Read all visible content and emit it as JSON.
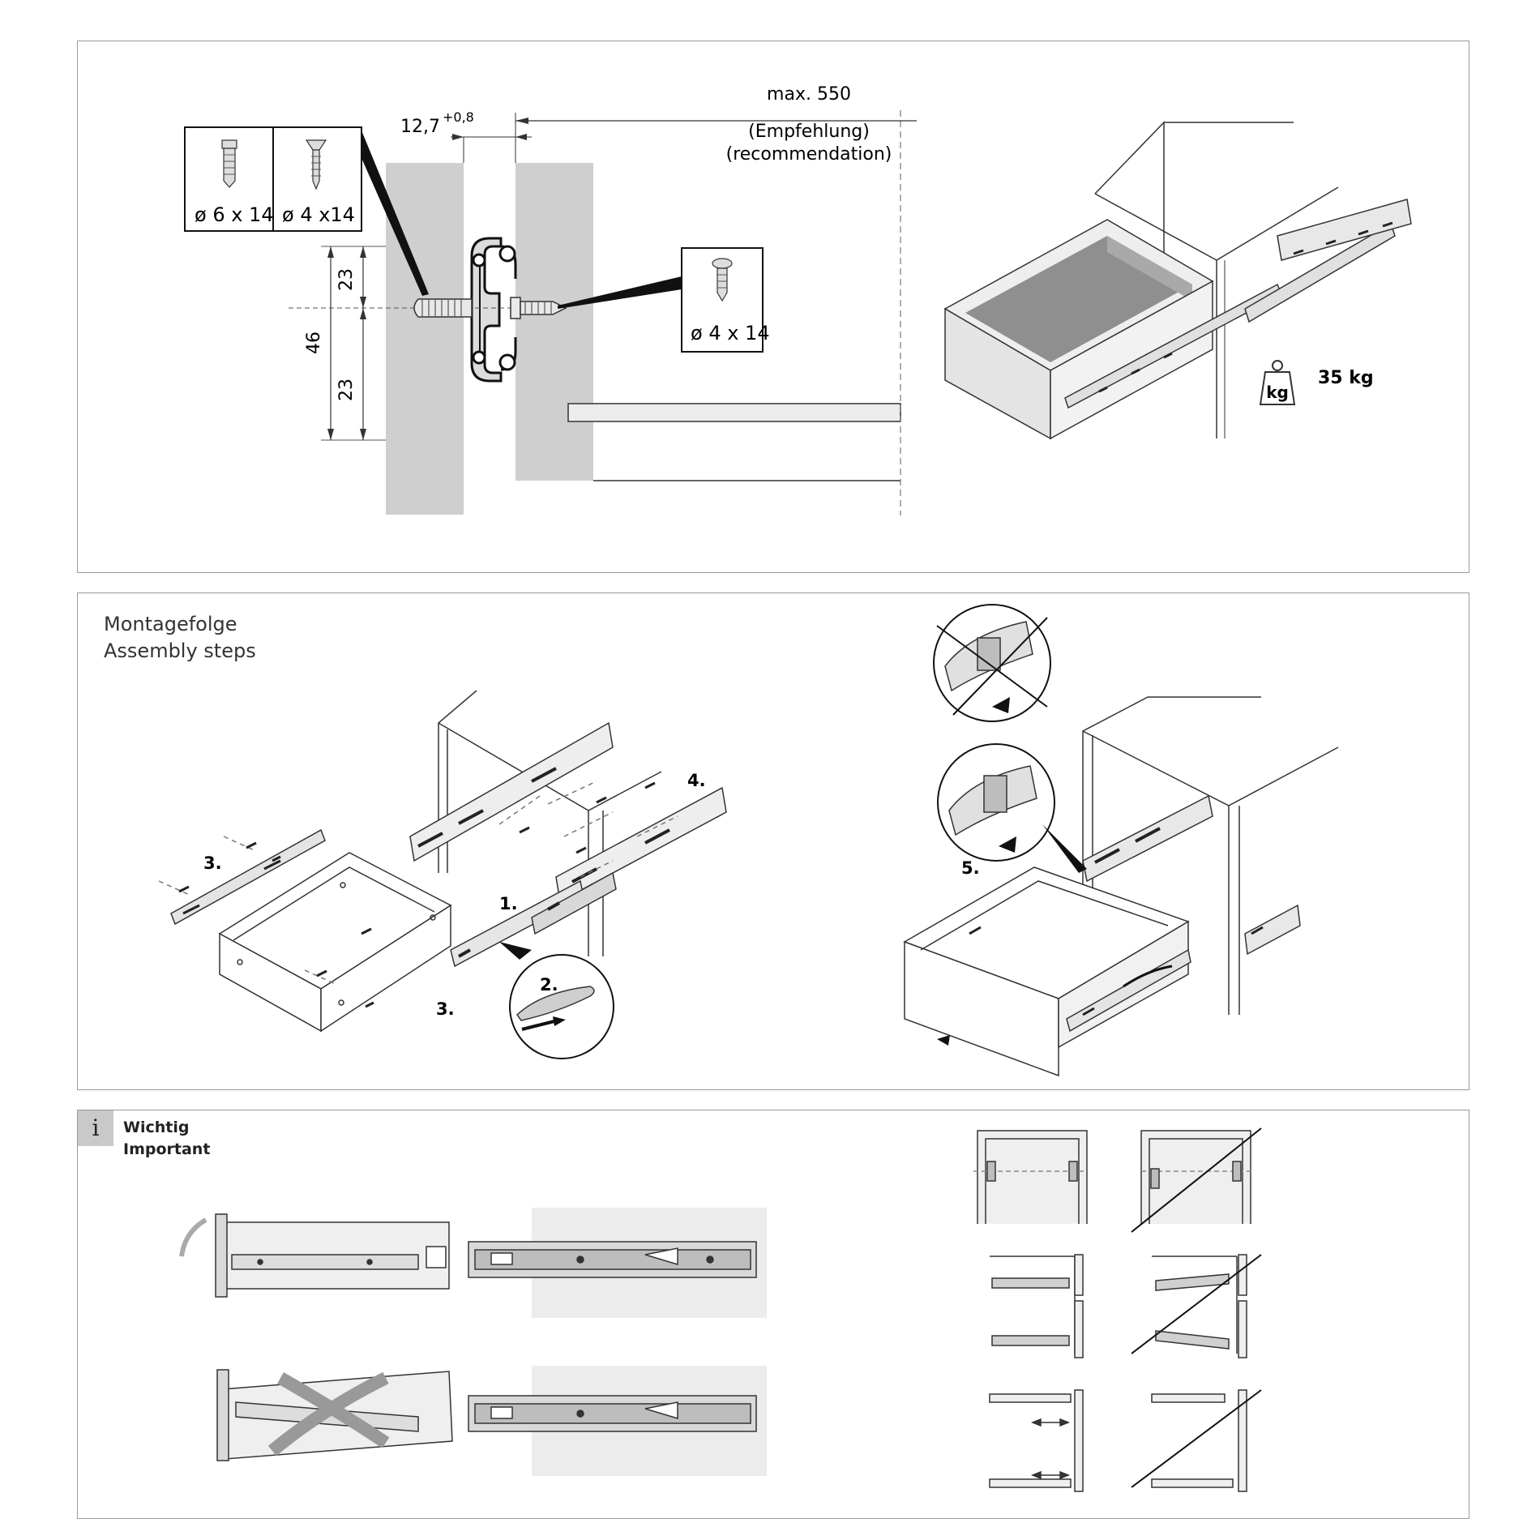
{
  "dimensions_panel": {
    "gap": "12,7",
    "gap_tolerance": "+0,8",
    "max_length": "max. 550",
    "recommendation_de": "(Empfehlung)",
    "recommendation_en": "(recommendation)",
    "screw_left_1": "ø 6 x 14",
    "screw_left_2": "ø 4 x14",
    "screw_right": "ø 4 x 14",
    "height_total": "46",
    "height_upper": "23",
    "height_lower": "23",
    "load_unit": "kg",
    "load_capacity": "35 kg"
  },
  "assembly_panel": {
    "title_de": "Montagefolge",
    "title_en": "Assembly steps",
    "step_1": "1.",
    "step_2": "2.",
    "step_3a": "3.",
    "step_3b": "3.",
    "step_4": "4.",
    "step_5": "5."
  },
  "important_panel": {
    "info_icon": "i",
    "title_de": "Wichtig",
    "title_en": "Important"
  },
  "colors": {
    "border": "#9a9a9a",
    "panel_gray": "#cfcfcf",
    "light_gray": "#e9e9e9",
    "line": "#222222"
  }
}
